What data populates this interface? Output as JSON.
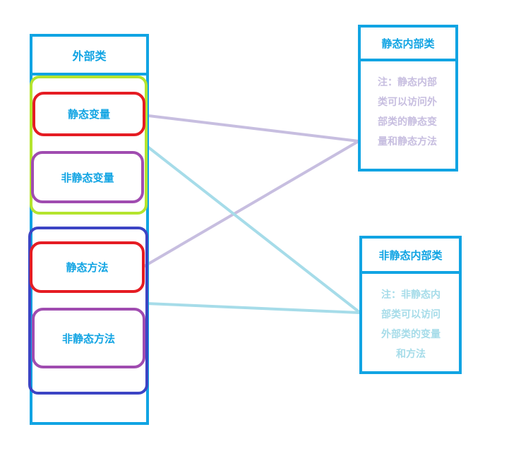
{
  "outer_class": {
    "title": "外部类",
    "members": {
      "static_variable": "静态变量",
      "nonstatic_variable": "非静态变量",
      "static_method": "静态方法",
      "nonstatic_method": "非静态方法"
    }
  },
  "static_inner_class": {
    "title": "静态内部类",
    "note_lines": [
      "注：静态内部",
      "类可以访问外",
      "部类的静态变",
      "量和静态方法"
    ]
  },
  "nonstatic_inner_class": {
    "title": "非静态内部类",
    "note_lines": [
      "注：非静态内",
      "部类可以访问",
      "外部类的变量",
      "和方法"
    ]
  },
  "colors": {
    "outer_border": "#11a4e3",
    "variables_group": "#b4e42e",
    "methods_group": "#3c44c4",
    "static_member_border": "#e51c23",
    "nonstatic_member_border": "#a04cb0",
    "static_link": "#c7bee0",
    "nonstatic_link": "#a6dce9"
  }
}
